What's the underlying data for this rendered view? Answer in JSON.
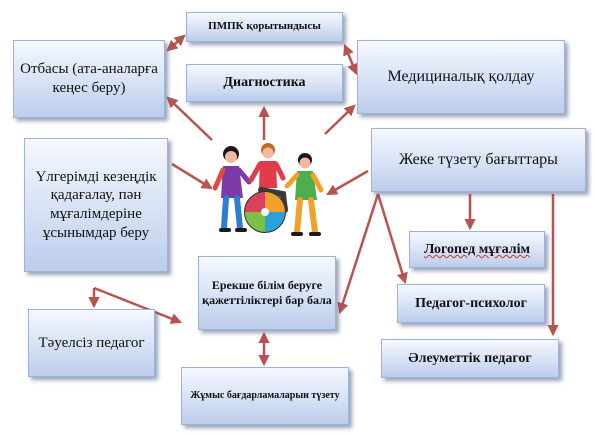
{
  "nodes": {
    "pmpk": "ПМПК қорытындысы",
    "family": "Отбасы (ата-аналарға кеңес беру)",
    "diagnostics": "Диагностика",
    "medical": "Медициналық қолдау",
    "monitoring": "Үлгерімді кезеңдік қадағалау, пән мұғалімдеріне ұсынымдар беру",
    "correction": "Жеке түзету бағыттары",
    "speech_therapist": "Логопед мұғалім",
    "psychologist": "Педагог-психолог",
    "social_pedagogue": "Әлеуметтік педагог",
    "tutor": "Тәуелсіз педагог",
    "child": "Ерекше білім беруге қажеттіліктері бар бала",
    "program": "Жұмыс бағдарламаларын түзету"
  },
  "colors": {
    "box_top": "#f5f8ff",
    "box_bottom": "#bccdeb",
    "arrow": "#b85450"
  },
  "icons": {
    "illustration": "children-with-wheelchair-illustration"
  }
}
